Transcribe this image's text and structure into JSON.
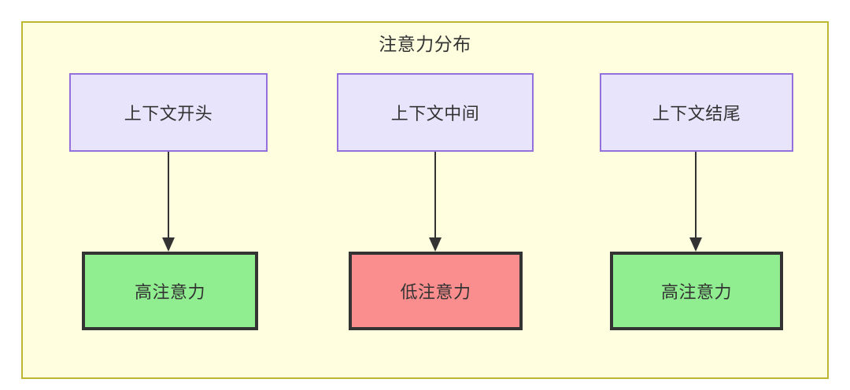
{
  "diagram": {
    "type": "flowchart",
    "title": "注意力分布",
    "container": {
      "fill_color": "#ffffe0",
      "border_color": "#bdb630"
    },
    "palette": {
      "context_fill": "#e8e4fb",
      "context_border": "#9370db",
      "high_attention_fill": "#90ee90",
      "low_attention_fill": "#fa8e8e",
      "emphasis_border": "#333333",
      "text_color": "#333333"
    },
    "nodes": {
      "context": [
        {
          "id": "ctx-start",
          "label": "上下文开头"
        },
        {
          "id": "ctx-mid",
          "label": "上下文中间"
        },
        {
          "id": "ctx-end",
          "label": "上下文结尾"
        }
      ],
      "attention": [
        {
          "id": "attn-1",
          "label": "高注意力",
          "level": "high"
        },
        {
          "id": "attn-2",
          "label": "低注意力",
          "level": "low"
        },
        {
          "id": "attn-3",
          "label": "高注意力",
          "level": "high"
        }
      ]
    },
    "edges": [
      {
        "from": "ctx-start",
        "to": "attn-1",
        "arrow": "down"
      },
      {
        "from": "ctx-mid",
        "to": "attn-2",
        "arrow": "down"
      },
      {
        "from": "ctx-end",
        "to": "attn-3",
        "arrow": "down"
      }
    ]
  }
}
